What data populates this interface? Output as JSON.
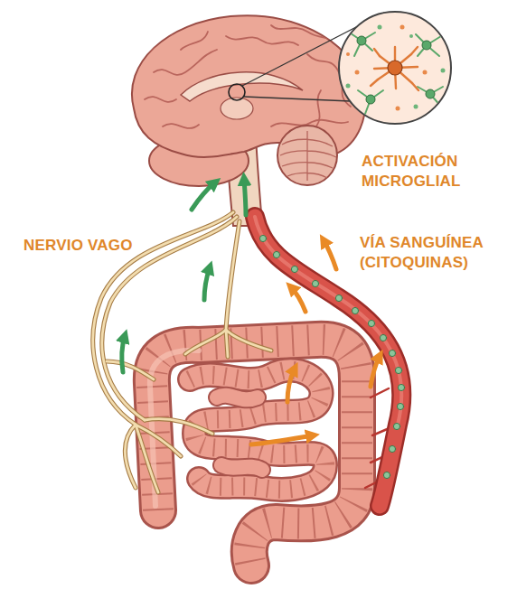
{
  "diagram": {
    "labels": [
      "ACTIVACIÓN MICROGLIAL",
      "NERVIO VAGO",
      "VÍA SANGUÍNEA (CITOQUINAS)"
    ]
  }
}
